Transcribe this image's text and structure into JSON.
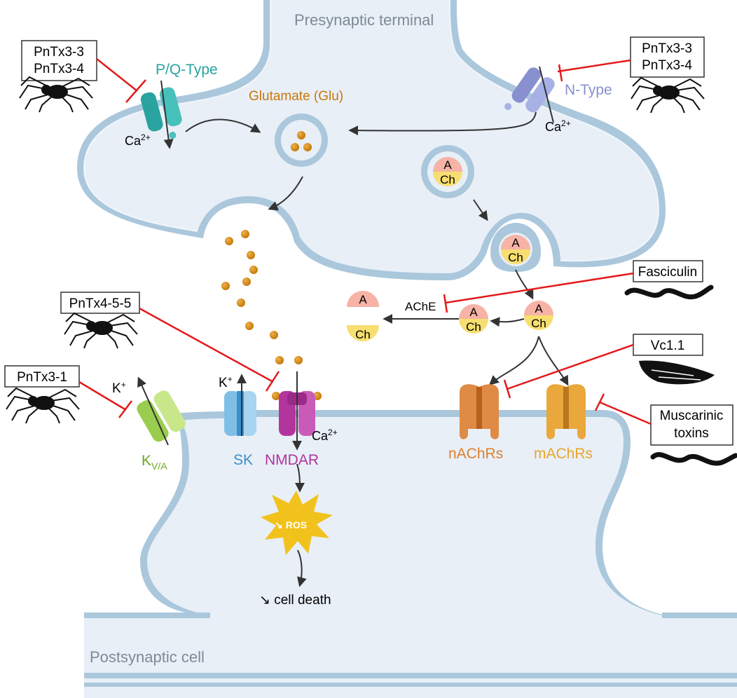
{
  "regions": {
    "presynaptic": "Presynaptic terminal",
    "postsynaptic": "Postsynaptic cell"
  },
  "channels": {
    "pq": "P/Q-Type",
    "n": "N-Type",
    "kva_main": "K",
    "kva_sub": "V/A",
    "sk": "SK",
    "nmdar": "NMDAR",
    "nachr": "nAChRs",
    "machr": "mAChRs"
  },
  "ions": {
    "ca": "Ca",
    "ca_sup": "2+",
    "k": "K",
    "k_sup": "+"
  },
  "molecules": {
    "glutamate": "Glutamate (Glu)",
    "a": "A",
    "ch": "Ch",
    "ache": "AChE",
    "ros": "ROS",
    "ros_arrow": "↘",
    "cell_death": "↘ cell death"
  },
  "toxins": {
    "pntx33": "PnTx3-3",
    "pntx34": "PnTx3-4",
    "pntx455": "PnTx4-5-5",
    "pntx31": "PnTx3-1",
    "fasciculin": "Fasciculin",
    "vc11": "Vc1.1",
    "muscarinic_1": "Muscarinic",
    "muscarinic_2": "toxins"
  },
  "colors": {
    "membrane": "#aac7dc",
    "cytoplasm": "#e8eff7",
    "pq": "#2aa3a0",
    "n": "#8890cf",
    "kva": "#6aaa1e",
    "sk": "#3a8fc9",
    "nmdar": "#b2359e",
    "nachr": "#e07f2c",
    "machr": "#eaa52a",
    "glu": "#d4860b",
    "inhibit": "#e31a1c",
    "a_pink": "#f6b3a6",
    "ch_yellow": "#f7de70"
  }
}
